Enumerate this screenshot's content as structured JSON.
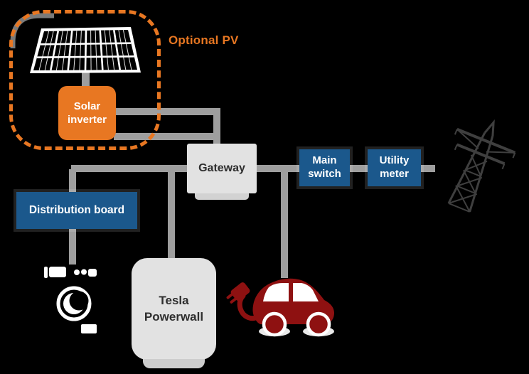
{
  "background": "#000000",
  "colors": {
    "accent_orange": "#e87722",
    "box_blue": "#1b588c",
    "box_gray": "#e2e2e2",
    "line_gray": "#9e9e9e",
    "car_red": "#8e1111",
    "pylon_gray": "#3f3f3f",
    "dark_text": "#2e2e2e",
    "white": "#ffffff"
  },
  "labels": {
    "optional_pv": "Optional PV",
    "solar_inverter": "Solar inverter",
    "gateway": "Gateway",
    "main_switch": "Main switch",
    "utility_meter": "Utility meter",
    "distribution_board": "Distribution board",
    "tesla_powerwall": "Tesla Powerwall"
  },
  "icons": {
    "solar_panel": "solar-panel-icon",
    "washing_machine": "washing-machine-icon",
    "electric_car": "electric-car-icon",
    "power_grid": "transmission-tower-icon"
  },
  "connections": [
    {
      "from": "solar-panel",
      "to": "solar-inverter"
    },
    {
      "from": "solar-inverter",
      "to": "gateway"
    },
    {
      "from": "gateway",
      "to": "distribution-board"
    },
    {
      "from": "distribution-board",
      "to": "washing-machine"
    },
    {
      "from": "gateway",
      "to": "tesla-powerwall"
    },
    {
      "from": "gateway",
      "to": "main-switch"
    },
    {
      "from": "gateway",
      "to": "electric-car"
    },
    {
      "from": "main-switch",
      "to": "utility-meter"
    },
    {
      "from": "utility-meter",
      "to": "power-grid"
    }
  ]
}
